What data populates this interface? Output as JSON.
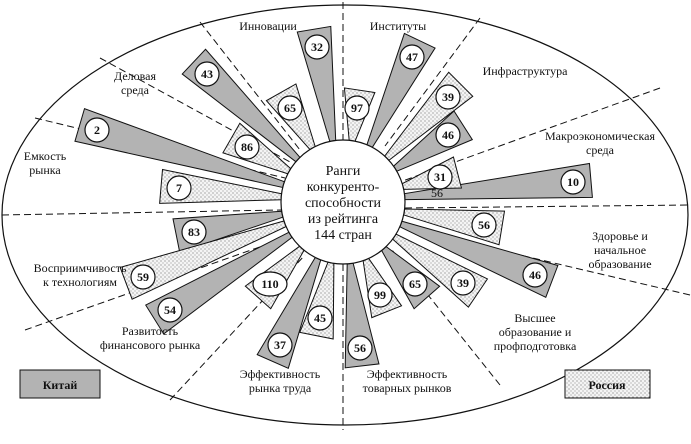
{
  "center": {
    "lines": [
      "Ранги",
      "конкуренто-",
      "способности",
      "из рейтинга",
      "144 стран"
    ]
  },
  "legend": {
    "china": "Китай",
    "russia": "Россия"
  },
  "colors": {
    "china": "#b3b3b3",
    "russia": "#e8e8e8",
    "line": "#111111"
  },
  "categories": [
    {
      "id": "innovations",
      "label": [
        "Инновации"
      ],
      "china": 32,
      "russia": 65
    },
    {
      "id": "institutions",
      "label": [
        "Институты"
      ],
      "china": 47,
      "russia": 97
    },
    {
      "id": "infrastructure",
      "label": [
        "Инфраструктура"
      ],
      "china": 46,
      "russia": 39
    },
    {
      "id": "macro",
      "label": [
        "Макроэкономическая",
        "среда"
      ],
      "china": 10,
      "russia": 31
    },
    {
      "id": "health",
      "label": [
        "Здоровье и",
        "начальное",
        "образование"
      ],
      "china": 46,
      "russia": 56
    },
    {
      "id": "higher-ed",
      "label": [
        "Высшее",
        "образование и",
        "профподготовка"
      ],
      "china": 65,
      "russia": 39
    },
    {
      "id": "goods-market",
      "label": [
        "Эффективность",
        "товарных рынков"
      ],
      "china": 56,
      "russia": 99
    },
    {
      "id": "labor-market",
      "label": [
        "Эффективность",
        "рынка труда"
      ],
      "china": 37,
      "russia": 45
    },
    {
      "id": "financial-market",
      "label": [
        "Развитость",
        "финансового рынка"
      ],
      "china": 54,
      "russia": 110
    },
    {
      "id": "tech-readiness",
      "label": [
        "Восприимчивость",
        "к технологиям"
      ],
      "china": 83,
      "russia": 59
    },
    {
      "id": "market-size",
      "label": [
        "Емкость",
        "рынка"
      ],
      "china": 2,
      "russia": 7
    },
    {
      "id": "business",
      "label": [
        "Деловая",
        "среда"
      ],
      "china": 43,
      "russia": 86
    },
    {
      "id": "macro-extra",
      "label": [],
      "china": null,
      "russia": 56
    }
  ]
}
